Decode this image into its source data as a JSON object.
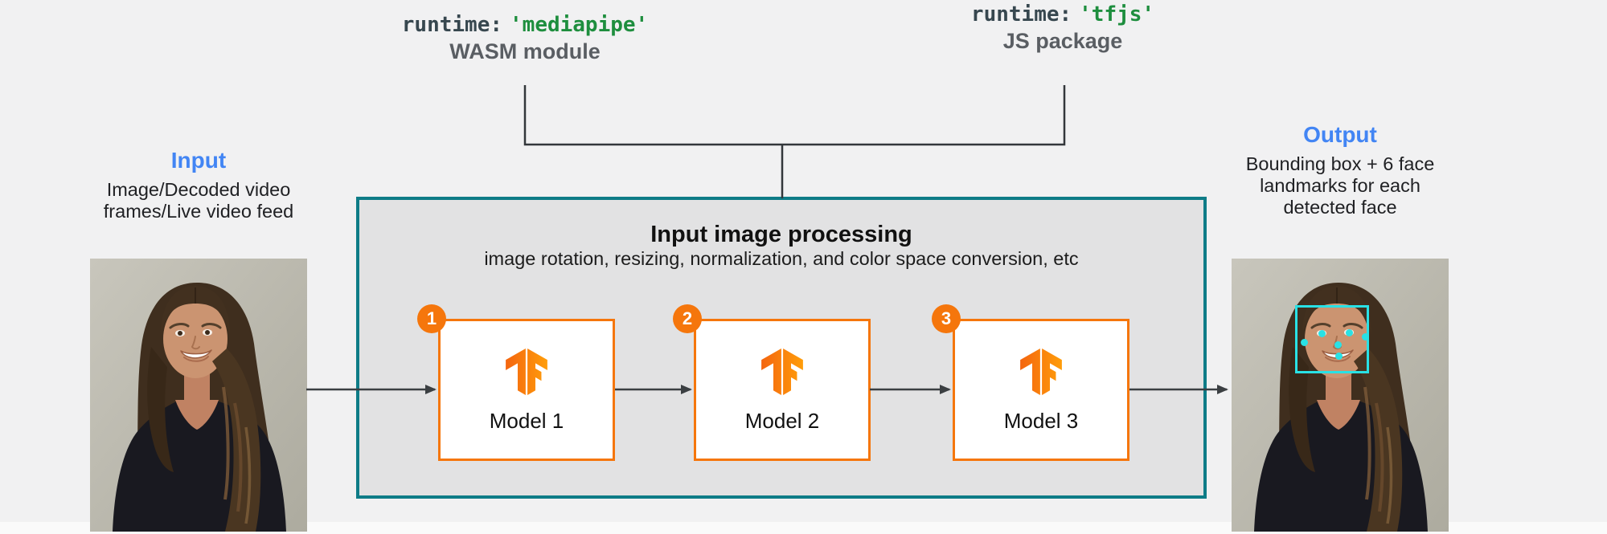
{
  "diagram": {
    "runtime_left": {
      "prefix": "runtime:",
      "value": "'mediapipe'",
      "label": "WASM module"
    },
    "runtime_right": {
      "prefix": "runtime:",
      "value": "'tfjs'",
      "label": "JS package"
    },
    "input": {
      "title": "Input",
      "lines": [
        "Image/Decoded video",
        "frames/Live video feed"
      ]
    },
    "output": {
      "title": "Output",
      "lines": [
        "Bounding box + 6 face",
        "landmarks for each",
        "detected face"
      ]
    },
    "processing": {
      "title": "Input image processing",
      "subtitle": "image rotation, resizing, normalization, and color space conversion, etc",
      "models": [
        {
          "badge": "1",
          "label": "Model 1"
        },
        {
          "badge": "2",
          "label": "Model 2"
        },
        {
          "badge": "3",
          "label": "Model 3"
        }
      ]
    },
    "icons": {
      "model_logo": "tensorflow-logo",
      "output_overlay": "face-bounding-box-with-6-landmarks"
    },
    "colors": {
      "background": "#F1F1F2",
      "accent_blue": "#4285F4",
      "code_green": "#1E8E3E",
      "code_slate": "#37474F",
      "label_gray": "#5A5E63",
      "teal_border": "#0E7C87",
      "panel_fill": "#E2E2E3",
      "orange": "#F5760C",
      "landmark_cyan": "#29E1E5",
      "arrow_gray": "#3B3F42"
    }
  }
}
